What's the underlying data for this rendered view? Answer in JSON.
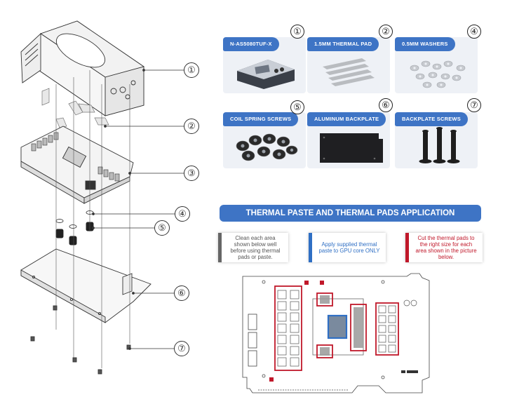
{
  "parts": [
    {
      "num": "①",
      "label": "N-AS5080TUF-X"
    },
    {
      "num": "②",
      "label": "1.5MM THERMAL PAD"
    },
    {
      "num": "④",
      "label": "0.5MM WASHERS"
    },
    {
      "num": "⑤",
      "label": "COIL SPRING SCREWS"
    },
    {
      "num": "⑥",
      "label": "ALUMINUM BACKPLATE"
    },
    {
      "num": "⑦",
      "label": "BACKPLATE SCREWS"
    }
  ],
  "callouts": [
    "①",
    "②",
    "③",
    "④",
    "⑤",
    "⑥",
    "⑦"
  ],
  "banner": "THERMAL PASTE AND THERMAL PADS APPLICATION",
  "instructions": [
    {
      "text": "Clean each area shown below well before using thermal pads or paste.",
      "color": "#555555"
    },
    {
      "text": "Apply supplied thermal paste to GPU core ONLY",
      "color": "#2f6fc4"
    },
    {
      "text": "Cut the thermal pads to the right size for each area shown in the picture below.",
      "color": "#c0182a"
    }
  ],
  "colors": {
    "accent": "#3e74c5",
    "pad_red": "#c0182a",
    "paste_blue": "#2f6fc4",
    "clean_gray": "#666666"
  }
}
